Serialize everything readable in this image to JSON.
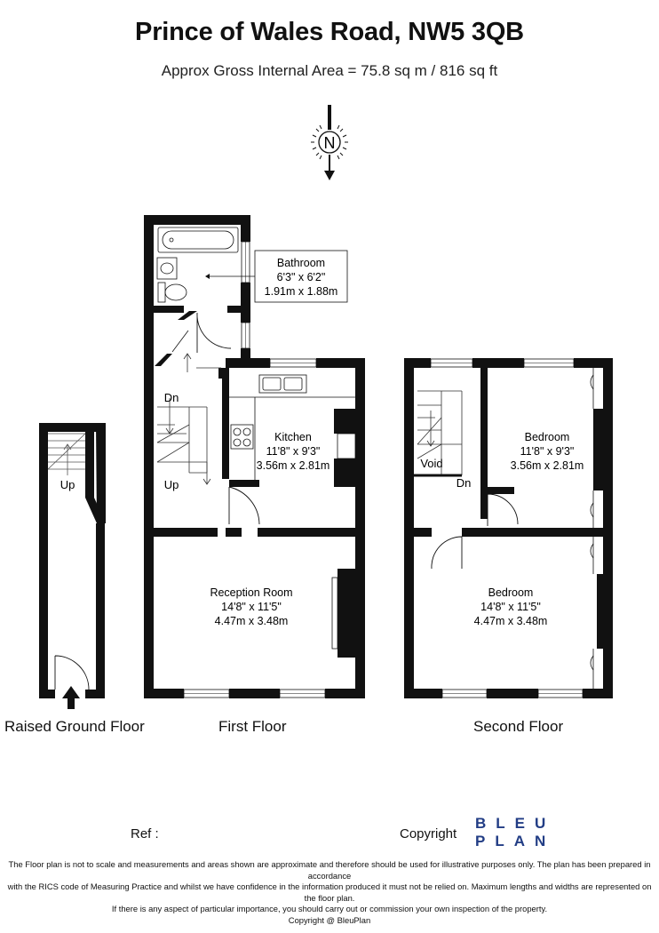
{
  "header": {
    "title": "Prince of Wales Road, NW5 3QB",
    "subtitle": "Approx Gross Internal Area = 75.8 sq m / 816 sq ft"
  },
  "compass": {
    "letter": "N"
  },
  "floors": {
    "raised_ground": {
      "label": "Raised Ground Floor",
      "stair_label": "Up"
    },
    "first": {
      "label": "First Floor",
      "stair_down": "Dn",
      "stair_up": "Up",
      "rooms": {
        "bathroom": {
          "name": "Bathroom",
          "imperial": "6'3\" x 6'2\"",
          "metric": "1.91m x 1.88m"
        },
        "kitchen": {
          "name": "Kitchen",
          "imperial": "11'8\" x 9'3\"",
          "metric": "3.56m x 2.81m"
        },
        "reception": {
          "name": "Reception Room",
          "imperial": "14'8\" x 11'5\"",
          "metric": "4.47m x 3.48m"
        }
      }
    },
    "second": {
      "label": "Second Floor",
      "void_label": "Void",
      "stair_down": "Dn",
      "rooms": {
        "bedroom_rear": {
          "name": "Bedroom",
          "imperial": "11'8\" x 9'3\"",
          "metric": "3.56m x 2.81m"
        },
        "bedroom_front": {
          "name": "Bedroom",
          "imperial": "14'8\" x 11'5\"",
          "metric": "4.47m x 3.48m"
        }
      }
    }
  },
  "footer": {
    "ref_label": "Ref  :",
    "copyright_label": "Copyright",
    "logo_line1": "BLEU",
    "logo_line2": "PLAN",
    "logo_color": "#223d85",
    "disclaimer_1": "The Floor plan is not to scale and measurements and areas shown are approximate and therefore should be used for illustrative purposes only. The plan has been prepared in accordance",
    "disclaimer_2": "with the RICS code of Measuring Practice and whilst we have confidence in the information produced it must not be relied on. Maximum lengths and widths are represented on the floor plan.",
    "disclaimer_3": "If there is any aspect of particular importance, you should carry out or commission your own inspection of the property.",
    "disclaimer_4": "Copyright @ BleuPlan"
  }
}
